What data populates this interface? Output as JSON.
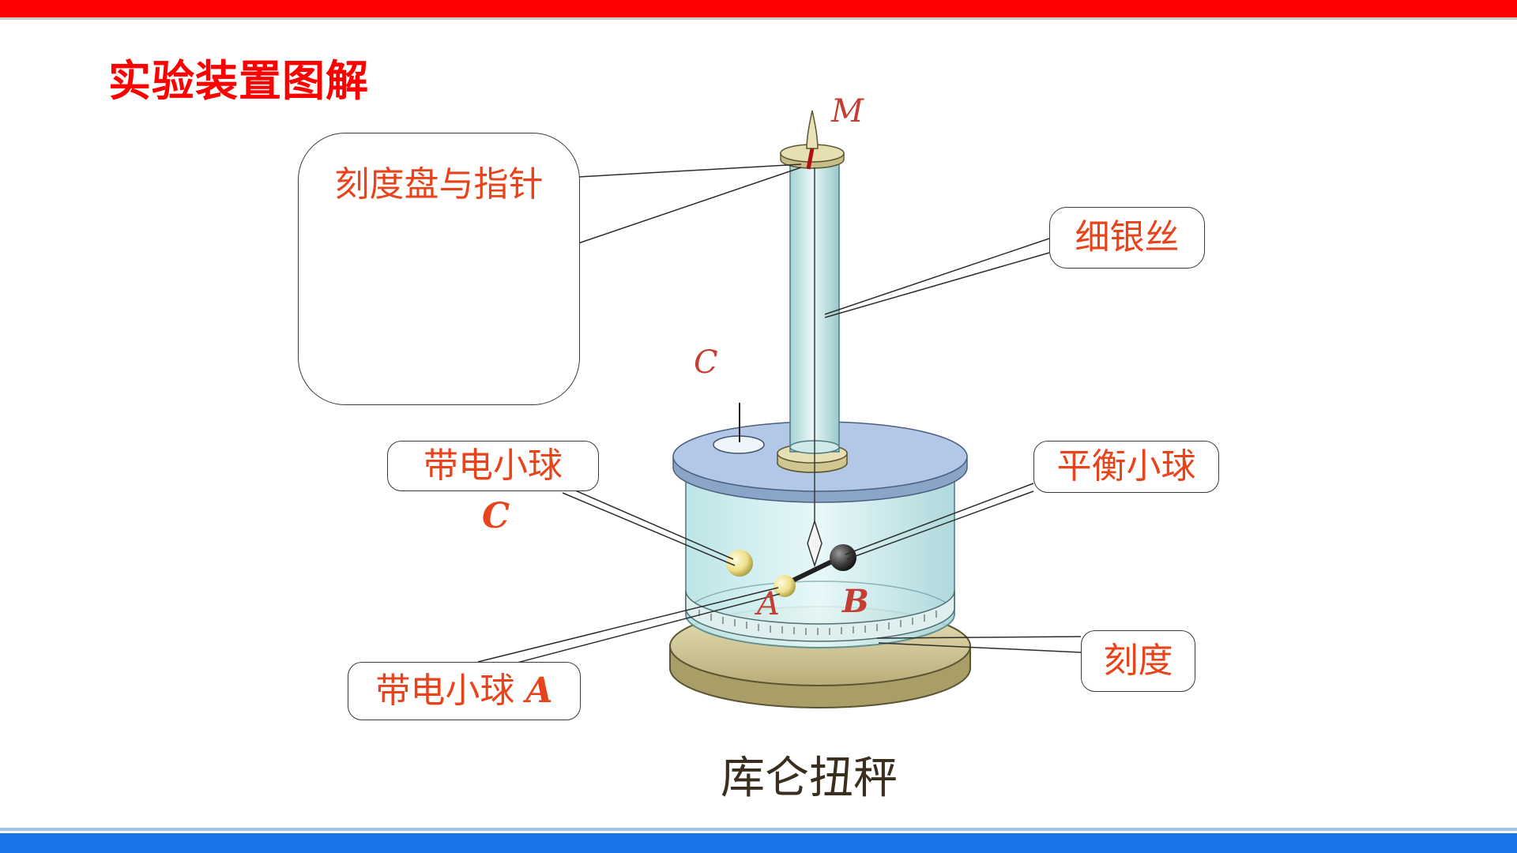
{
  "title": "实验装置图解",
  "caption": "库仑扭秤",
  "callouts": {
    "dial": "刻度盘与指针",
    "silver_wire": "细银丝",
    "charged_ball_c": "带电小球",
    "charged_ball_c_letter": "C",
    "balance_ball": "平衡小球",
    "charged_ball_a": "带电小球",
    "charged_ball_a_letter": "A",
    "scale": "刻度"
  },
  "point_labels": {
    "m": "M",
    "c": "C",
    "a": "A",
    "b": "B"
  },
  "colors": {
    "top_bar": "#ff0000",
    "bottom_bar": "#1874ea",
    "label_text": "#e8431a",
    "glass": "#cdeef0"
  }
}
